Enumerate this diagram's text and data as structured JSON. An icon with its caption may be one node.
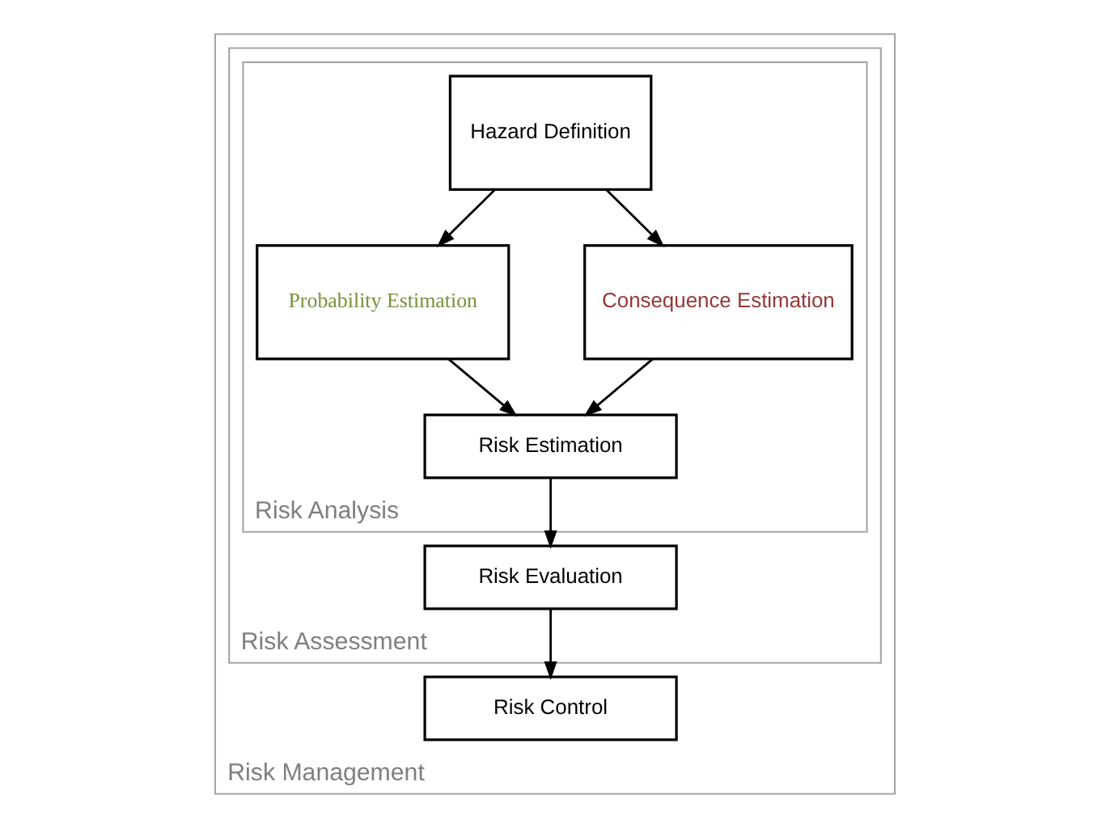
{
  "diagram": {
    "nodes": [
      {
        "text": [
          "Risk Management"
        ]
      },
      {
        "text": [
          "Risk Assessment"
        ],
        "in": 0
      },
      {
        "text": [
          "Risk Analysis"
        ],
        "in": 1
      },
      {
        "text": [
          "Hazard Definition"
        ],
        "in": 2
      },
      {
        "text": [
          "Probability Estimation"
        ],
        "in": 2
      },
      {
        "text": [
          "Consequence Estimation"
        ],
        "in": 2
      },
      {
        "text": [
          "Risk Estimation"
        ],
        "in": 2
      },
      {
        "text": [
          "Risk Evaluation"
        ],
        "in": 1
      },
      {
        "text": [
          "Risk Control"
        ],
        "in": 0
      }
    ],
    "edges": [
      {
        "from": 3,
        "to": 4,
        "arrow": "to"
      },
      {
        "from": 3,
        "to": 5,
        "arrow": "to"
      },
      {
        "from": 4,
        "to": 6,
        "arrow": "to"
      },
      {
        "from": 5,
        "to": 6,
        "arrow": "to"
      },
      {
        "from": 6,
        "to": 7,
        "arrow": "to"
      },
      {
        "from": 7,
        "to": 8,
        "arrow": "to"
      }
    ]
  }
}
